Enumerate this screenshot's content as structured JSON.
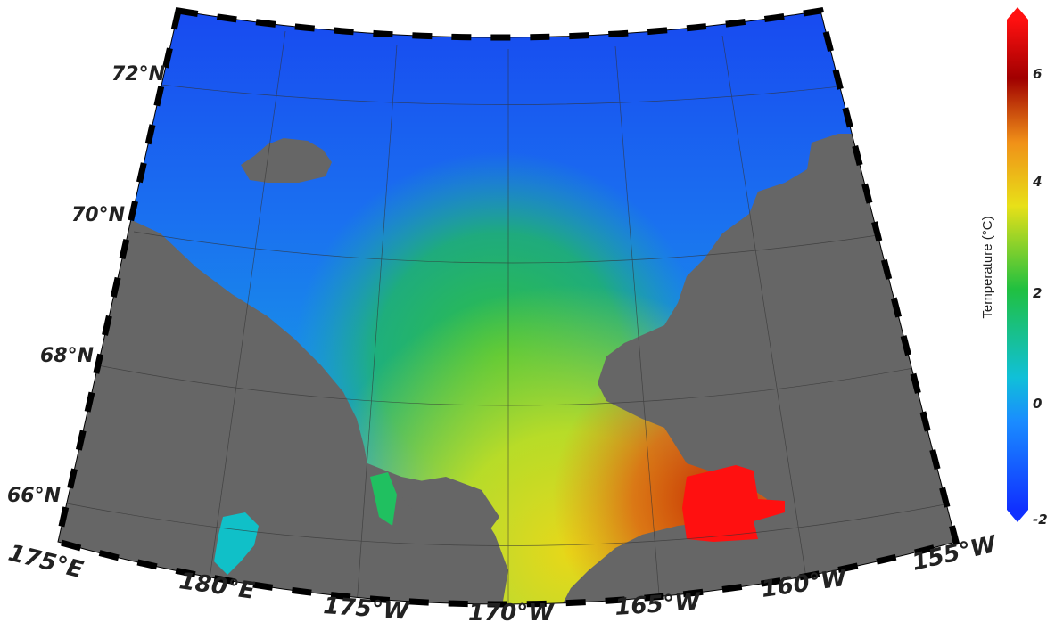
{
  "map": {
    "lat_labels": [
      "72°N",
      "70°N",
      "68°N",
      "66°N"
    ],
    "lon_labels": [
      "175°E",
      "180°E",
      "175°W",
      "170°W",
      "165°W",
      "160°W",
      "155°W"
    ],
    "land_color": "#666666",
    "graticule_color": "#333333"
  },
  "colorbar": {
    "title": "Temperature (°C)",
    "ticks": [
      "6",
      "4",
      "2",
      "0",
      "-2"
    ],
    "min": -2,
    "max": 7,
    "colors": [
      "#1030ff",
      "#1a8cff",
      "#10c0d8",
      "#20c040",
      "#e8e018",
      "#f09018",
      "#a00000",
      "#ff1010"
    ]
  }
}
